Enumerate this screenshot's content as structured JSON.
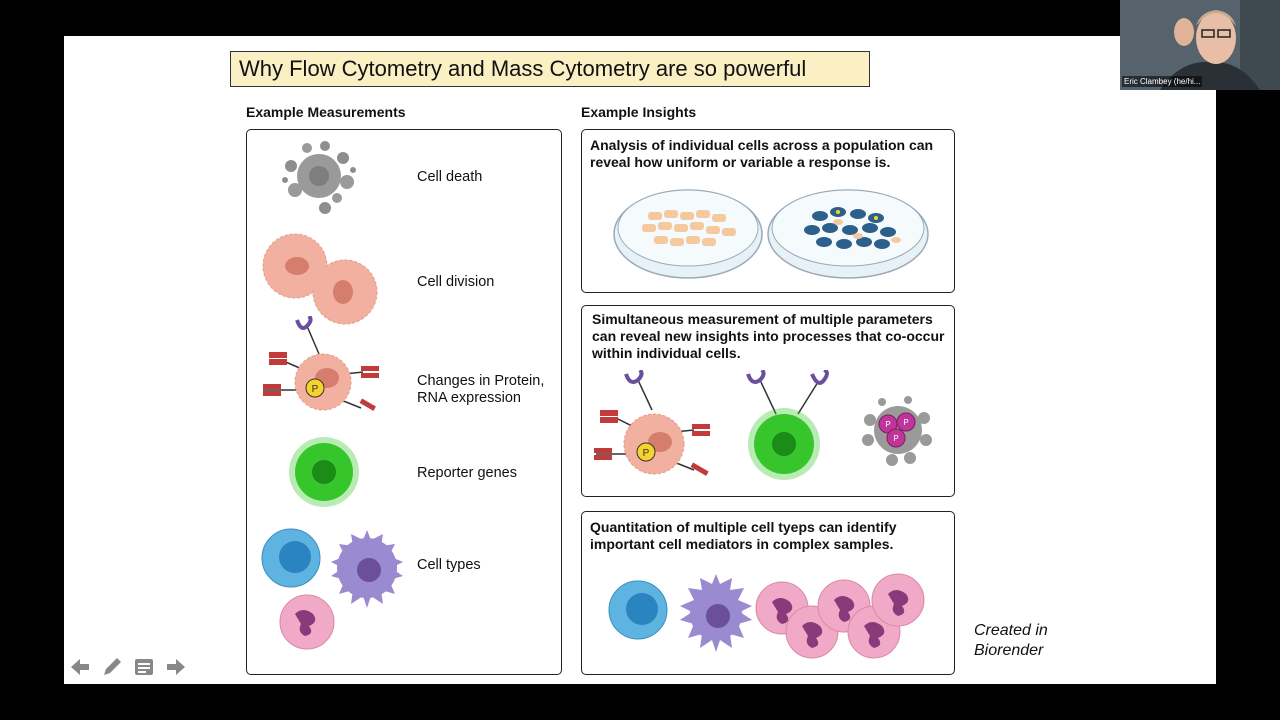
{
  "slide": {
    "title": "Why Flow Cytometry and Mass Cytometry are so powerful",
    "left_heading": "Example Measurements",
    "right_heading": "Example Insights",
    "measurements": [
      {
        "label": "Cell death",
        "icon": "dying-cell-icon"
      },
      {
        "label": "Cell division",
        "icon": "dividing-cell-icon"
      },
      {
        "label": "Changes in Protein,\nRNA expression",
        "icon": "receptor-cell-icon"
      },
      {
        "label": "Reporter genes",
        "icon": "green-reporter-cell-icon"
      },
      {
        "label": "Cell types",
        "icon": "cell-types-icon"
      }
    ],
    "insights": [
      {
        "text": "Analysis of individual cells across a population can reveal how uniform or variable a response is."
      },
      {
        "text": "Simultaneous measurement of multiple parameters can reveal new insights into processes that co-occur within individual cells."
      },
      {
        "text": "Quantitation of multiple cell tyeps can identify important cell mediators in complex samples."
      }
    ],
    "phospho_mark": "P",
    "credit": "Created in\nBiorender"
  },
  "webcam": {
    "name": "Eric Clambey (he/hi..."
  },
  "colors": {
    "title_bg": "#fbefc4",
    "cell_pink": "#f2b0a0",
    "reporter_green": "#37c52c",
    "dish_blue": "#2c5f8a",
    "phospho_magenta": "#c0359a"
  }
}
